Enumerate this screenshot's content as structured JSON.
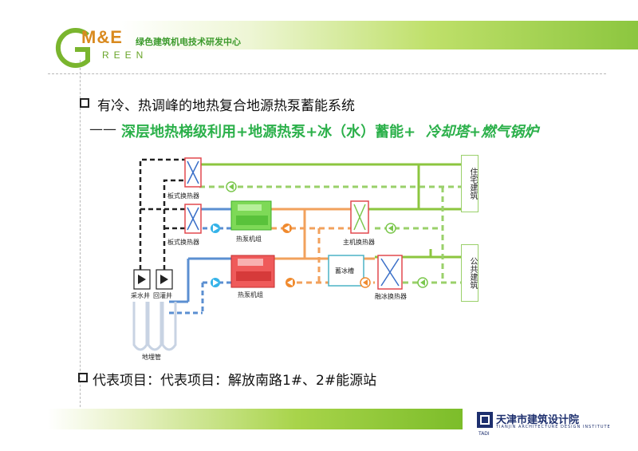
{
  "header": {
    "logo_main": "M&E",
    "logo_sub": "REEN",
    "logo_letter": "G",
    "tagline": "绿色建筑机电技术研发中心"
  },
  "slide": {
    "bullet1": "有冷、热调峰的地热复合地源热泵蓄能系统",
    "dash": "——",
    "subtitle_green": "深层地热梯级利用+地源热泵+冰（水）蓄能+",
    "subtitle_italic": "冷却塔+燃气锅炉",
    "bullet2": "代表项目：代表项目：解放南路1#、2#能源站"
  },
  "diagram": {
    "labels": {
      "plate_hx_1": "板式换热器",
      "plate_hx_2": "板式换热器",
      "heat_pump_1": "热泵机组",
      "heat_pump_2": "热泵机组",
      "main_hx": "主机换热器",
      "ice_tank": "蓄冰槽",
      "melt_hx": "融冰换热器",
      "well_extract": "采水井",
      "well_reinject": "回灌井",
      "ground_pipe": "地埋管",
      "residential": "住宅建筑",
      "public": "公共建筑"
    },
    "colors": {
      "green": "#8cc63f",
      "green_dash": "#9ad06a",
      "orange": "#f2a15c",
      "blue": "#5b8fd1",
      "black": "#222222",
      "red": "#e2484f",
      "pump_cyan": "#35b3e8",
      "pump_orange": "#f08a2e",
      "pump_green": "#7bc74d"
    }
  },
  "footer": {
    "org_cn": "天津市建筑设计院",
    "org_en": "TIANJIN ARCHITECTURE DESIGN INSTITUTE",
    "org_mark": "TADI"
  }
}
